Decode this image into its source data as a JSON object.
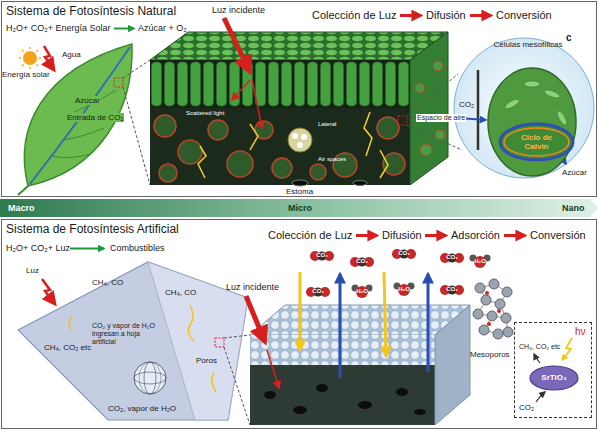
{
  "diagram": {
    "nodes": [
      {
        "text": [
          "Células mesofílicas"
        ]
      },
      {
        "text": [
          "Ciclo de Calvin"
        ],
        "in": 0
      },
      {
        "text": [
          "CH₄, CO₂ etc",
          "hν",
          "CO₂"
        ]
      },
      {
        "text": [
          "SrTiO₃"
        ],
        "in": 2
      }
    ],
    "labels": [
      "Sistema de Fotosíntesis Natural",
      "H₂O+ CO₂+ Energía Solar",
      "Azúcar + O₂",
      "Luz incidente",
      "Colección de Luz",
      "Difusión",
      "Conversión",
      "Energía solar",
      "Agua",
      "Azúcar",
      "Entrada de CO₂",
      "Scattered light",
      "Lateral",
      "Air spaces",
      "Espacio de aire",
      "Estoma",
      "c",
      "CO₂",
      "Azúcar",
      "Macro",
      "Micro",
      "Nano",
      "Sistema de Fotosíntesis Artificial",
      "H₂O+ CO₂+ Luz",
      "Combustibles",
      "Colección de Luz",
      "Difusión",
      "Adsorción",
      "Conversión",
      "Luz",
      "CH₄, CO",
      "CH₄, CO",
      "CH₄, CO₂ etc",
      "CO₂ y vapor de H₂O ingresan a hoja artificial",
      "Poros",
      "CO₂, vapor de H₂O",
      "Luz incidente",
      "Mesoporos",
      "CO₂",
      "CO₂",
      "CO₂",
      "CO₂",
      "CO₂",
      "CO₂",
      "H₂O",
      "H₂O",
      "H₂O"
    ]
  }
}
